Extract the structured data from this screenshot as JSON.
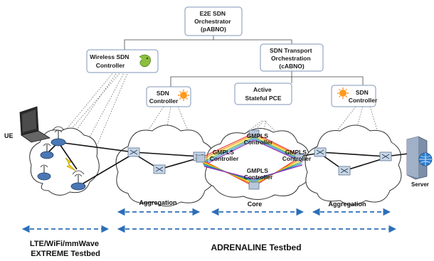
{
  "orchestrator": {
    "lines": [
      "E2E SDN",
      "Orchestrator",
      "(pABNO)"
    ]
  },
  "wireless_controller": {
    "lines": [
      "Wireless SDN",
      "Controller"
    ]
  },
  "transport_orchestration": {
    "lines": [
      "SDN Transport",
      "Orchestration",
      "(cABNO)"
    ]
  },
  "sdn_controller_left": {
    "lines": [
      "SDN",
      "Controller"
    ]
  },
  "active_pce": {
    "lines": [
      "Active",
      "Stateful PCE"
    ]
  },
  "sdn_controller_right": {
    "lines": [
      "SDN",
      "Controller"
    ]
  },
  "gmpls": {
    "top": [
      "GMPLS",
      "Controller"
    ],
    "left": [
      "GMPLS",
      "Controller"
    ],
    "right": [
      "GMPLS",
      "Controller"
    ],
    "bottom": [
      "GMPLS",
      "Controller"
    ]
  },
  "ue_label": "UE",
  "server_label": "Server",
  "aggregation_left_label": "Aggregation",
  "core_label": "Core",
  "aggregation_right_label": "Aggregation",
  "extreme_testbed": {
    "lines": [
      "LTE/WiFi/mmWave",
      "EXTREME Testbed"
    ]
  },
  "adrenaline_testbed": "ADRENALINE Testbed",
  "colors": {
    "box_border": "#7f96b8",
    "dashed_arrow": "#2c6fb7",
    "switch": "#c9d6e6"
  }
}
